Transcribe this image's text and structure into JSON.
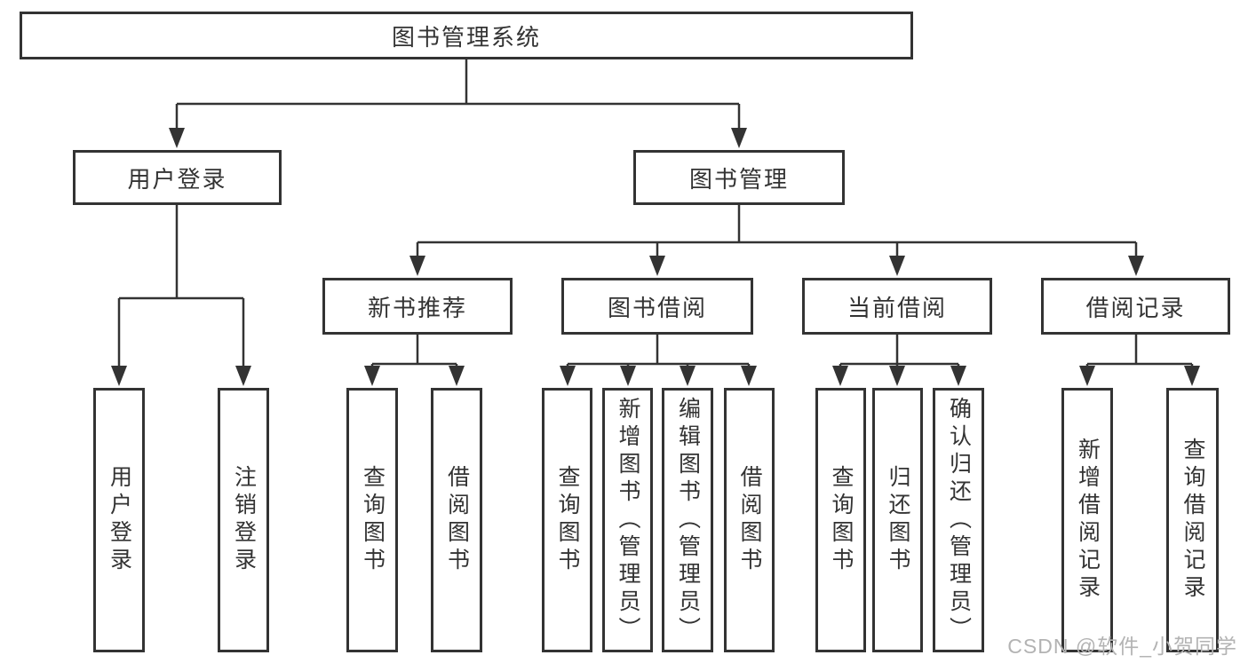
{
  "diagram": {
    "root": {
      "label": "图书管理系统"
    },
    "level2": [
      {
        "label": "用户登录"
      },
      {
        "label": "图书管理"
      }
    ],
    "level3": [
      {
        "label": "新书推荐"
      },
      {
        "label": "图书借阅"
      },
      {
        "label": "当前借阅"
      },
      {
        "label": "借阅记录"
      }
    ],
    "leaves": [
      {
        "label": "用户登录"
      },
      {
        "label": "注销登录"
      },
      {
        "label": "查询图书"
      },
      {
        "label": "借阅图书"
      },
      {
        "label": "查询图书"
      },
      {
        "label": "新增图书（管理员）"
      },
      {
        "label": "编辑图书（管理员）"
      },
      {
        "label": "借阅图书"
      },
      {
        "label": "查询图书"
      },
      {
        "label": "归还图书"
      },
      {
        "label": "确认归还（管理员）"
      },
      {
        "label": "新增借阅记录"
      },
      {
        "label": "查询借阅记录"
      }
    ]
  },
  "watermark": {
    "text": "CSDN @软件_小贺同学"
  },
  "colors": {
    "line": "#333333",
    "box_border": "#333333",
    "text": "#333333",
    "watermark": "#b3b3b3",
    "background": "#ffffff"
  }
}
